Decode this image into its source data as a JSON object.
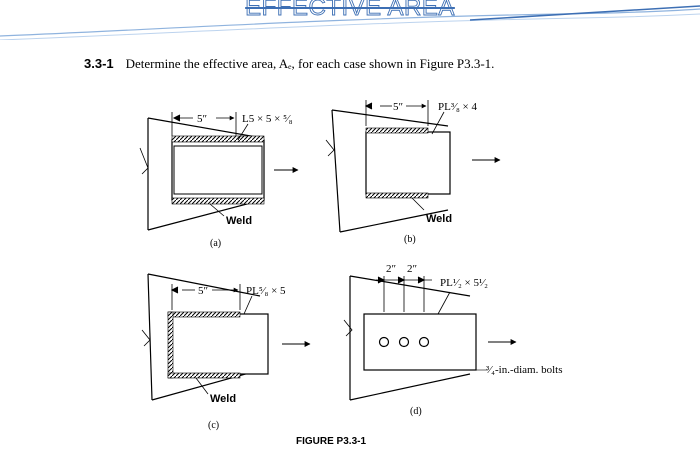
{
  "slide": {
    "title": "EFFECTIVE AREA"
  },
  "problem": {
    "number": "3.3-1",
    "text": "Determine the effective area, Aₑ, for each case shown in Figure P3.3-1."
  },
  "figure": {
    "caption": "FIGURE P3.3-1",
    "weld_label": "Weld",
    "panels": [
      {
        "id": "(a)",
        "dimension": "5″",
        "member": "L5 × 5 × ⁵⁄₈"
      },
      {
        "id": "(b)",
        "dimension": "5″",
        "member": "PL³⁄₈ × 4"
      },
      {
        "id": "(c)",
        "dimension": "5″",
        "member": "PL⁵⁄₈ × 5"
      },
      {
        "id": "(d)",
        "dimensions": [
          "2″",
          "2″"
        ],
        "member": "PL¹⁄₂ × 5¹⁄₂",
        "bolt_note": "³⁄₄-in.-diam. bolts"
      }
    ]
  }
}
